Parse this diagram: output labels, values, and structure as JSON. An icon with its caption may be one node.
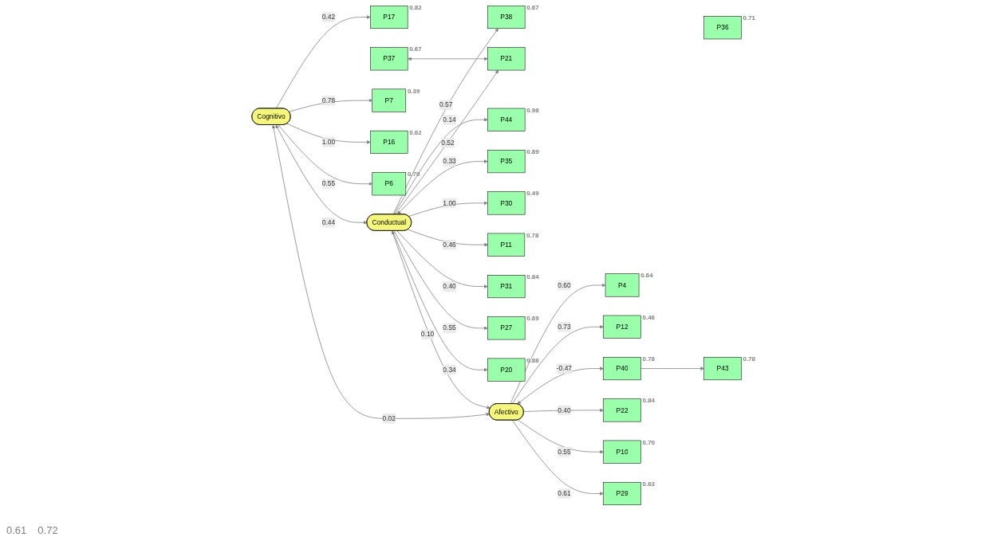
{
  "diagram": {
    "nodes": [
      {
        "text": [
          "P37"
        ],
        "beside": [
          "0.67"
        ]
      },
      {
        "text": [
          "P35"
        ],
        "beside": [
          "0.89"
        ]
      },
      {
        "text": [
          "P38"
        ],
        "beside": [
          "0.67"
        ]
      },
      {
        "text": [
          "P21"
        ]
      },
      {
        "text": [
          "P17"
        ],
        "beside": [
          "0.82"
        ]
      },
      {
        "text": [
          "P30"
        ],
        "beside": [
          "0.49"
        ]
      },
      {
        "text": [
          "P44"
        ],
        "beside": [
          "0.98"
        ]
      },
      {
        "text": [
          "P7"
        ],
        "beside": [
          "0.39"
        ]
      },
      {
        "text": [
          "Conductual"
        ]
      },
      {
        "text": [
          "P11"
        ],
        "beside": [
          "0.78"
        ]
      },
      {
        "text": [
          "P36"
        ],
        "beside": [
          "0.71"
        ]
      },
      {
        "text": [
          "P16"
        ],
        "beside": [
          "0.62"
        ]
      },
      {
        "text": [
          "Cognitivo"
        ]
      },
      {
        "text": [
          "P31"
        ],
        "beside": [
          "0.84"
        ]
      },
      {
        "text": [
          "P6"
        ],
        "beside": [
          "0.70"
        ]
      },
      {
        "text": [
          "P20"
        ],
        "beside": [
          "0.88"
        ]
      },
      {
        "text": [
          "P27"
        ],
        "beside": [
          "0.69"
        ]
      },
      {
        "text": [
          "Afectivo"
        ]
      },
      {
        "text": [
          "P4"
        ],
        "beside": [
          "0.64"
        ]
      },
      {
        "text": [
          "P29"
        ],
        "beside": [
          "0.63"
        ]
      },
      {
        "text": [
          "P12"
        ],
        "beside": [
          "0.46"
        ]
      },
      {
        "text": [
          "P40"
        ],
        "beside": [
          "0.78"
        ]
      },
      {
        "text": [
          "P22"
        ],
        "beside": [
          "0.84"
        ]
      },
      {
        "text": [
          "P10"
        ],
        "beside": [
          "0.70"
        ]
      },
      {
        "text": [
          "P43"
        ],
        "beside": [
          "0.78"
        ]
      }
    ],
    "edges": [
      {
        "from": 12,
        "to": 4,
        "arrow": "to",
        "label": "0.42"
      },
      {
        "from": 12,
        "to": 7,
        "arrow": "to",
        "label": "0.78"
      },
      {
        "from": 12,
        "to": 11,
        "arrow": "to",
        "label": "1.00"
      },
      {
        "from": 12,
        "to": 14,
        "arrow": "to",
        "label": "0.55"
      },
      {
        "from": 8,
        "to": 2,
        "arrow": "to",
        "label": "0.57"
      },
      {
        "from": 8,
        "to": 6,
        "arrow": "to",
        "label": "0.14"
      },
      {
        "from": 8,
        "to": 3,
        "arrow": "to",
        "label": "0.52"
      },
      {
        "from": 0,
        "to": 3,
        "arrow": "both"
      },
      {
        "from": 8,
        "to": 1,
        "arrow": "both",
        "label": "0.33"
      },
      {
        "from": 8,
        "to": 5,
        "arrow": "to",
        "label": "1.00"
      },
      {
        "from": 8,
        "to": 9,
        "arrow": "to",
        "label": "0.46"
      },
      {
        "from": 8,
        "to": 13,
        "arrow": "to",
        "label": "0.40"
      },
      {
        "from": 8,
        "to": 16,
        "arrow": "to",
        "label": "0.55"
      },
      {
        "from": 8,
        "to": 15,
        "arrow": "to",
        "label": "0.34"
      },
      {
        "from": 12,
        "to": 8,
        "arrow": "both",
        "label": "0.44"
      },
      {
        "from": 12,
        "to": 17,
        "arrow": "both",
        "label": "0.02"
      },
      {
        "from": 8,
        "to": 17,
        "arrow": "both",
        "label": "0.10"
      },
      {
        "from": 17,
        "to": 18,
        "arrow": "to",
        "label": "0.60"
      },
      {
        "from": 17,
        "to": 20,
        "arrow": "to",
        "label": "0.73"
      },
      {
        "from": 17,
        "to": 21,
        "arrow": "both",
        "label": "-0.47"
      },
      {
        "from": 21,
        "to": 24,
        "arrow": "to"
      },
      {
        "from": 17,
        "to": 22,
        "arrow": "to",
        "label": "0.40"
      },
      {
        "from": 17,
        "to": 23,
        "arrow": "to",
        "label": "0.55"
      },
      {
        "from": 17,
        "to": 19,
        "arrow": "to",
        "label": "0.61"
      }
    ],
    "labels": [
      "0.61",
      "0.72"
    ]
  }
}
